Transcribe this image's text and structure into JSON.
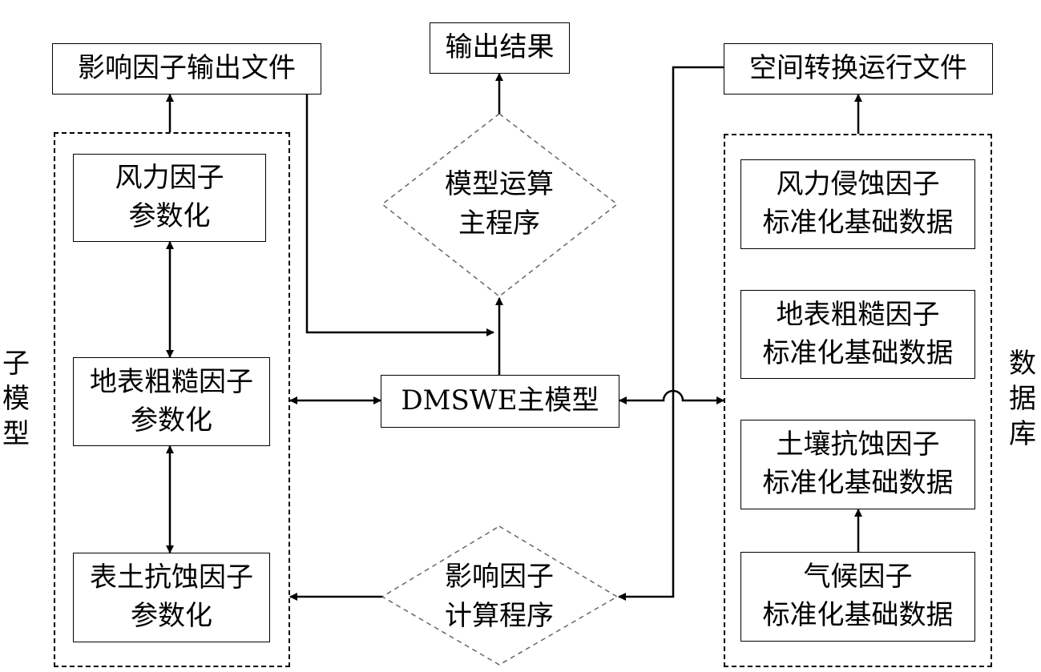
{
  "top": {
    "impact_output_file": "影响因子输出文件",
    "output_result": "输出结果",
    "spatial_transform_file": "空间转换运行文件"
  },
  "submodel": {
    "label_chars": [
      "子",
      "模",
      "型"
    ],
    "wind": [
      "风力因子",
      "参数化"
    ],
    "roughness": [
      "地表粗糙因子",
      "参数化"
    ],
    "soil": [
      "表土抗蚀因子",
      "参数化"
    ]
  },
  "center": {
    "main_program": [
      "模型运算",
      "主程序"
    ],
    "main_model": "DMSWE主模型",
    "factor_calc": [
      "影响因子",
      "计算程序"
    ]
  },
  "database": {
    "label_chars": [
      "数",
      "据",
      "库"
    ],
    "wind_erosion": [
      "风力侵蚀因子",
      "标准化基础数据"
    ],
    "surface_roughness": [
      "地表粗糙因子",
      "标准化基础数据"
    ],
    "soil_erosion": [
      "土壤抗蚀因子",
      "标准化基础数据"
    ],
    "climate": [
      "气候因子",
      "标准化基础数据"
    ]
  }
}
